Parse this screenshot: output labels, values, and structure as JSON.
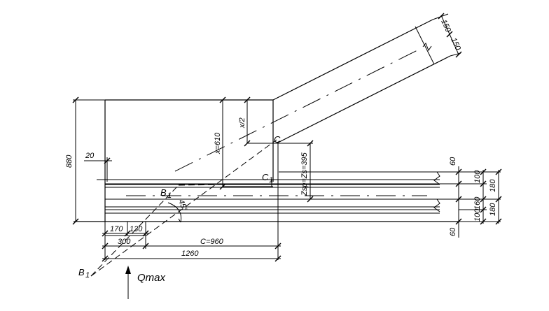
{
  "labels": {
    "dim_880": "880",
    "dim_20": "20",
    "dim_x610": "x=610",
    "dim_x2": "x/2",
    "point_c": "C",
    "point_c1": "C",
    "point_c1_sub": "1",
    "dim_zsp": "Zsp=Zs=395",
    "point_b": "B",
    "point_b_sub": "1",
    "angle_45": "45°",
    "dim_60_top": "60",
    "dim_60_bottom": "60",
    "dim_100_a": "100",
    "dim_180_a": "180",
    "dim_160": "160",
    "dim_100_b": "100",
    "dim_180_b": "180",
    "dim_170": "170",
    "dim_130": "130",
    "dim_300": "300",
    "dim_c960": "C=960",
    "dim_1260": "1260",
    "point_b1": "B",
    "point_b1_sub": "1",
    "load_qmax": "Qmax",
    "dim_150_a": "150",
    "dim_150_b": "150"
  }
}
